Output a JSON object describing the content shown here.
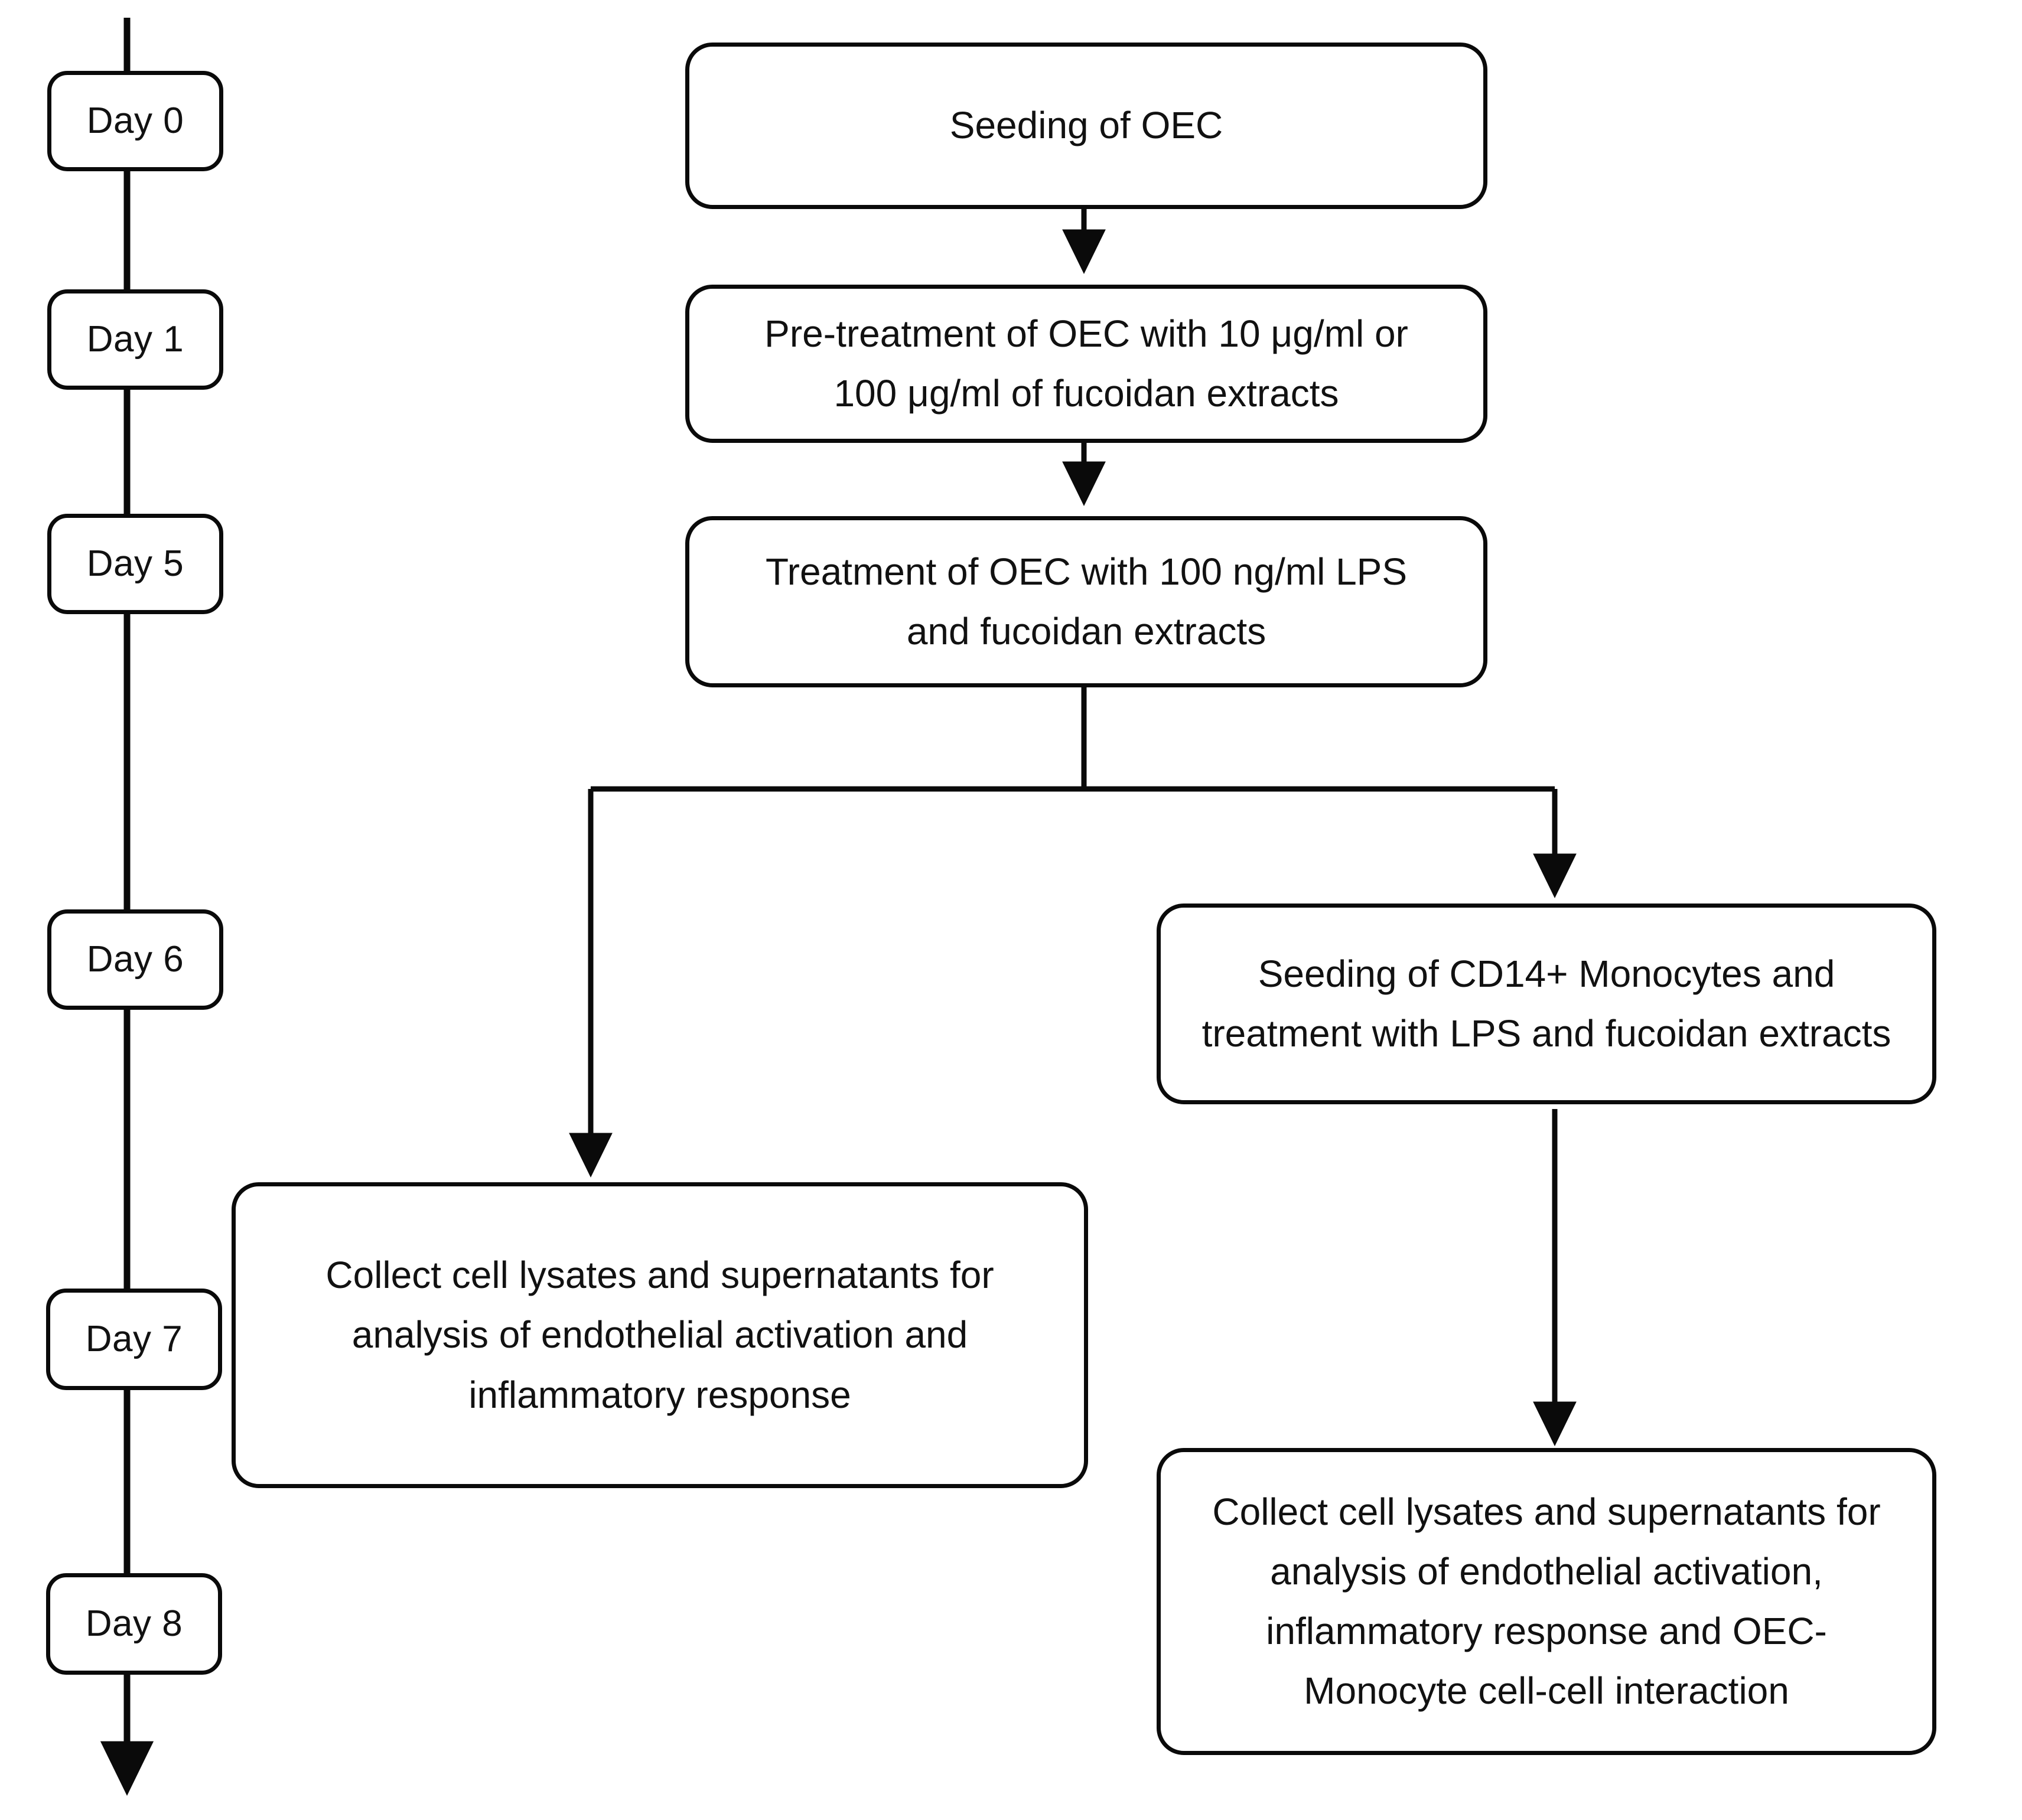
{
  "diagram": {
    "title": "Experimental timeline flowchart",
    "stroke_color": "#0a0a0a",
    "background_color": "#ffffff",
    "text_color": "#111111"
  },
  "timeline": {
    "axis_label": "days-timeline",
    "items": [
      {
        "id": "day0",
        "label": "Day 0"
      },
      {
        "id": "day1",
        "label": "Day 1"
      },
      {
        "id": "day5",
        "label": "Day 5"
      },
      {
        "id": "day6",
        "label": "Day 6"
      },
      {
        "id": "day7",
        "label": "Day 7"
      },
      {
        "id": "day8",
        "label": "Day 8"
      }
    ]
  },
  "flow": {
    "nodes": [
      {
        "id": "seeding-oec",
        "label": "Seeding of OEC",
        "day": "Day 0"
      },
      {
        "id": "pre-treatment-oec",
        "label": "Pre-treatment of OEC with 10 μg/ml or\n100 μg/ml of fucoidan extracts",
        "day": "Day 1"
      },
      {
        "id": "treatment-oec-lps",
        "label": "Treatment of OEC with 100 ng/ml LPS\nand fucoidan extracts",
        "day": "Day 5"
      },
      {
        "id": "seeding-cd14-monocytes",
        "label": "Seeding of CD14+ Monocytes and\ntreatment with LPS and fucoidan extracts",
        "day": "Day 6"
      },
      {
        "id": "collect-oec-only",
        "label": "Collect cell lysates and supernatants for\nanalysis of endothelial activation and\ninflammatory response",
        "day": "Day 7"
      },
      {
        "id": "collect-oec-monocyte",
        "label": "Collect cell lysates and supernatants for\nanalysis of endothelial activation,\ninflammatory response and OEC-\nMonocyte cell-cell interaction",
        "day": "Day 8"
      }
    ],
    "edges": [
      {
        "from": "seeding-oec",
        "to": "pre-treatment-oec",
        "kind": "arrow-down"
      },
      {
        "from": "pre-treatment-oec",
        "to": "treatment-oec-lps",
        "kind": "arrow-down"
      },
      {
        "from": "treatment-oec-lps",
        "to": "collect-oec-only",
        "kind": "branch-left-arrow-down"
      },
      {
        "from": "treatment-oec-lps",
        "to": "seeding-cd14-monocytes",
        "kind": "branch-right-arrow-down"
      },
      {
        "from": "seeding-cd14-monocytes",
        "to": "collect-oec-monocyte",
        "kind": "arrow-down"
      }
    ]
  }
}
